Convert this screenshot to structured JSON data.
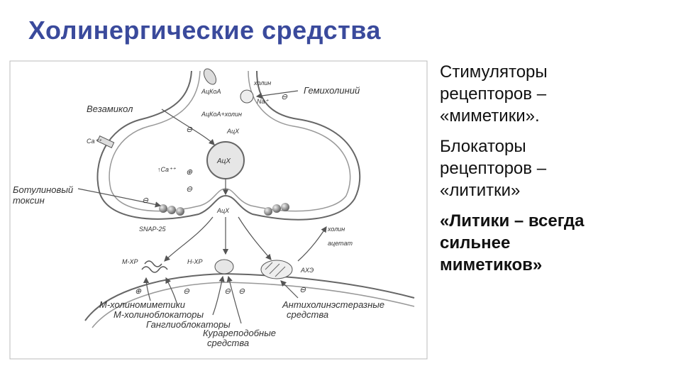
{
  "slide": {
    "title": "Холинергические средства",
    "paragraphs": [
      {
        "lines": [
          "Стимуляторы",
          "рецепторов –",
          "«миметики»."
        ],
        "bold": false
      },
      {
        "lines": [
          "Блокаторы",
          "рецепторов –",
          "«лититки»"
        ],
        "bold": false
      },
      {
        "lines": [
          "«Литики – всегда",
          "сильнее",
          "миметиков»"
        ],
        "bold": true
      }
    ]
  },
  "diagram": {
    "labels": {
      "vesamicol": "Везамикол",
      "botulinum_1": "Ботулиновый",
      "botulinum_2": "токсин",
      "snap25": "SNAP-25",
      "hemicholinium": "Гемихолиний",
      "choline_top": "холин",
      "na": "Na⁺",
      "acetyl_coa": "АцКоА",
      "acetyl_coa_choline": "АцКоА+холин",
      "ach_small": "АцХ",
      "ach_vesicle": "АцХ",
      "ach_cleft": "АцХ",
      "ca_outside": "Ca⁺⁺",
      "ca_inside": "↑Ca⁺⁺",
      "choline_bottom": "холин",
      "acetate": "ацетат",
      "m_receptor": "М-ХР",
      "n_receptor": "Н-ХР",
      "ache": "АХЭ",
      "m_cholinomimetics": "М-холиномиметики",
      "m_cholinoblockers": "М-холиноблокаторы",
      "ganglioblockers": "Ганглиоблокаторы",
      "curare_1": "Курареподобные",
      "curare_2": "средства",
      "antichol_1": "Антихолинэстеразные",
      "antichol_2": "средства",
      "minus": "⊖",
      "plus": "⊕"
    }
  }
}
